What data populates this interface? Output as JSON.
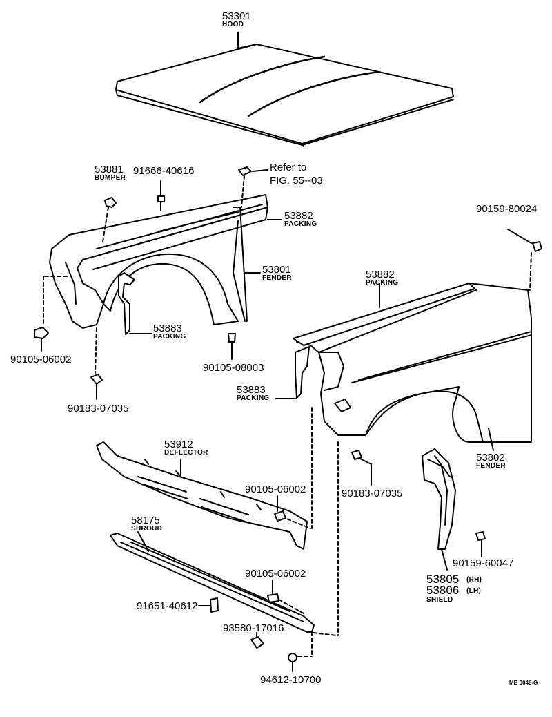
{
  "labels": {
    "hood_num": "53301",
    "hood_name": "HOOD",
    "bumper_num": "53881",
    "bumper_name": "BUMPER",
    "bolt_a": "91666-40616",
    "refer_1": "Refer to",
    "refer_2": "FIG. 55--03",
    "packing_top_num": "53882",
    "packing_top_name": "PACKING",
    "bolt_b": "90159-80024",
    "fender_left_num": "53801",
    "fender_left_name": "FENDER",
    "packing_right_num": "53882",
    "packing_right_name": "PACKING",
    "packing_mid_num": "53883",
    "packing_mid_name": "PACKING",
    "bolt_c": "90105-06002",
    "bolt_d": "90105-08003",
    "packing_low_num": "53883",
    "packing_low_name": "PACKING",
    "nut_a": "90183-07035",
    "deflector_num": "53912",
    "deflector_name": "DEFLECTOR",
    "fender_right_num": "53802",
    "fender_right_name": "FENDER",
    "bolt_e": "90105-06002",
    "nut_b": "90183-07035",
    "shroud_num": "58175",
    "shroud_name": "SHROUD",
    "bolt_f": "90159-60047",
    "bolt_g": "90105-06002",
    "shield_rh_num": "53805",
    "shield_rh_side": "(RH)",
    "shield_lh_num": "53806",
    "shield_lh_side": "(LH)",
    "shield_name": "SHIELD",
    "bolt_h": "91651-40612",
    "clip_a": "93580-17016",
    "grommet": "94612-10700",
    "fig_code": "MB 0048-G"
  }
}
